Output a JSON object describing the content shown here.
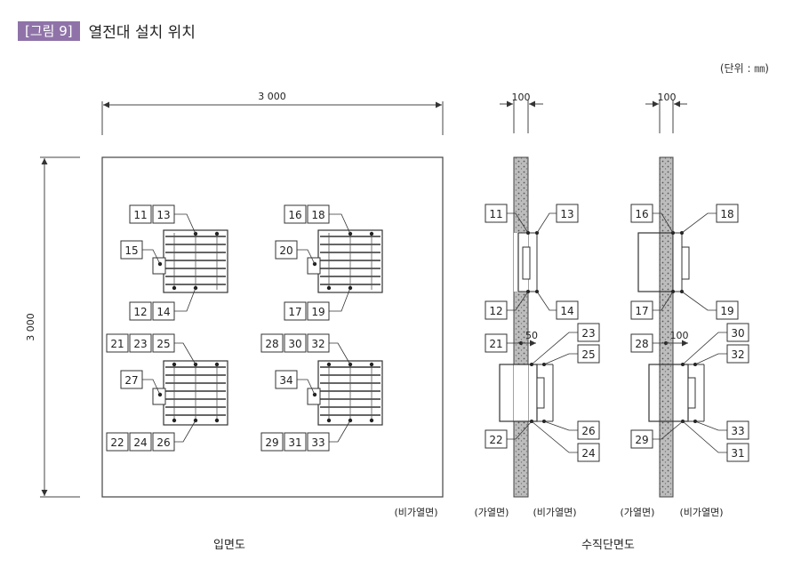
{
  "header": {
    "figure_tag": "[그림 9]",
    "title": "열전대 설치 위치"
  },
  "unit_note": "(단위 : ㎜)",
  "elevation": {
    "width_dim": "3 000",
    "height_dim": "3 000",
    "side_label": "(비가열면)",
    "caption": "입면도",
    "groups": {
      "top_left": {
        "top": [
          "11",
          "13"
        ],
        "side": "15",
        "bottom": [
          "12",
          "14"
        ]
      },
      "top_right": {
        "top": [
          "16",
          "18"
        ],
        "side": "20",
        "bottom": [
          "17",
          "19"
        ]
      },
      "bottom_left": {
        "top": [
          "21",
          "23",
          "25"
        ],
        "side": "27",
        "bottom": [
          "22",
          "24",
          "26"
        ]
      },
      "bottom_right": {
        "top": [
          "28",
          "30",
          "32"
        ],
        "side": "34",
        "bottom": [
          "29",
          "31",
          "33"
        ]
      }
    }
  },
  "sections": {
    "caption": "수직단면도",
    "left": {
      "dim": "100",
      "mid_dim": "50",
      "labels": {
        "a": "11",
        "b": "13",
        "c": "12",
        "d": "14",
        "e": "21",
        "f": "23",
        "g": "25",
        "h": "26",
        "i": "22",
        "j": "24"
      },
      "heated": "(가열면)",
      "unheated": "(비가열면)"
    },
    "right": {
      "dim": "100",
      "mid_dim": "100",
      "labels": {
        "a": "16",
        "b": "18",
        "c": "17",
        "d": "19",
        "e": "28",
        "f": "30",
        "g": "32",
        "h": "33",
        "i": "29",
        "j": "31"
      },
      "heated": "(가열면)",
      "unheated": "(비가열면)"
    }
  }
}
